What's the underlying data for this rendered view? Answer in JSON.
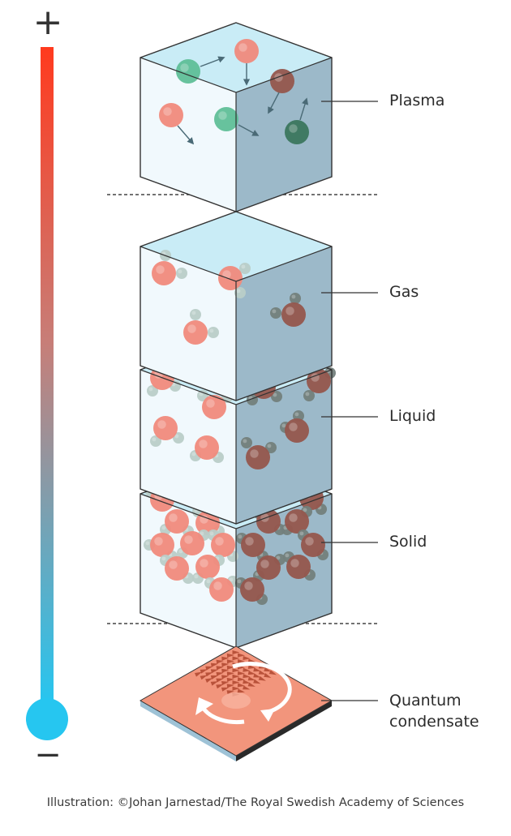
{
  "thermometer": {
    "plus": "+",
    "minus": "−",
    "hot_color": "#ff3a1e",
    "cold_color": "#26c6f0"
  },
  "states": [
    {
      "label": "Plasma"
    },
    {
      "label": "Gas"
    },
    {
      "label": "Liquid"
    },
    {
      "label": "Solid"
    },
    {
      "label_line1": "Quantum",
      "label_line2": "condensate"
    }
  ],
  "colors": {
    "cube_top": "#c9ecf6",
    "cube_left": "#f1f9fd",
    "cube_right": "#9cb9c9",
    "outline": "#333333",
    "oxygen": "#f08a7c",
    "hydrogen": "#b9cdc8",
    "ion_green": "#5fbf98",
    "condensate_surface": "#f2957c",
    "condensate_arrow": "#b24a33"
  },
  "credit": "Illustration: ©Johan Jarnestad/The Royal Swedish Academy of Sciences"
}
